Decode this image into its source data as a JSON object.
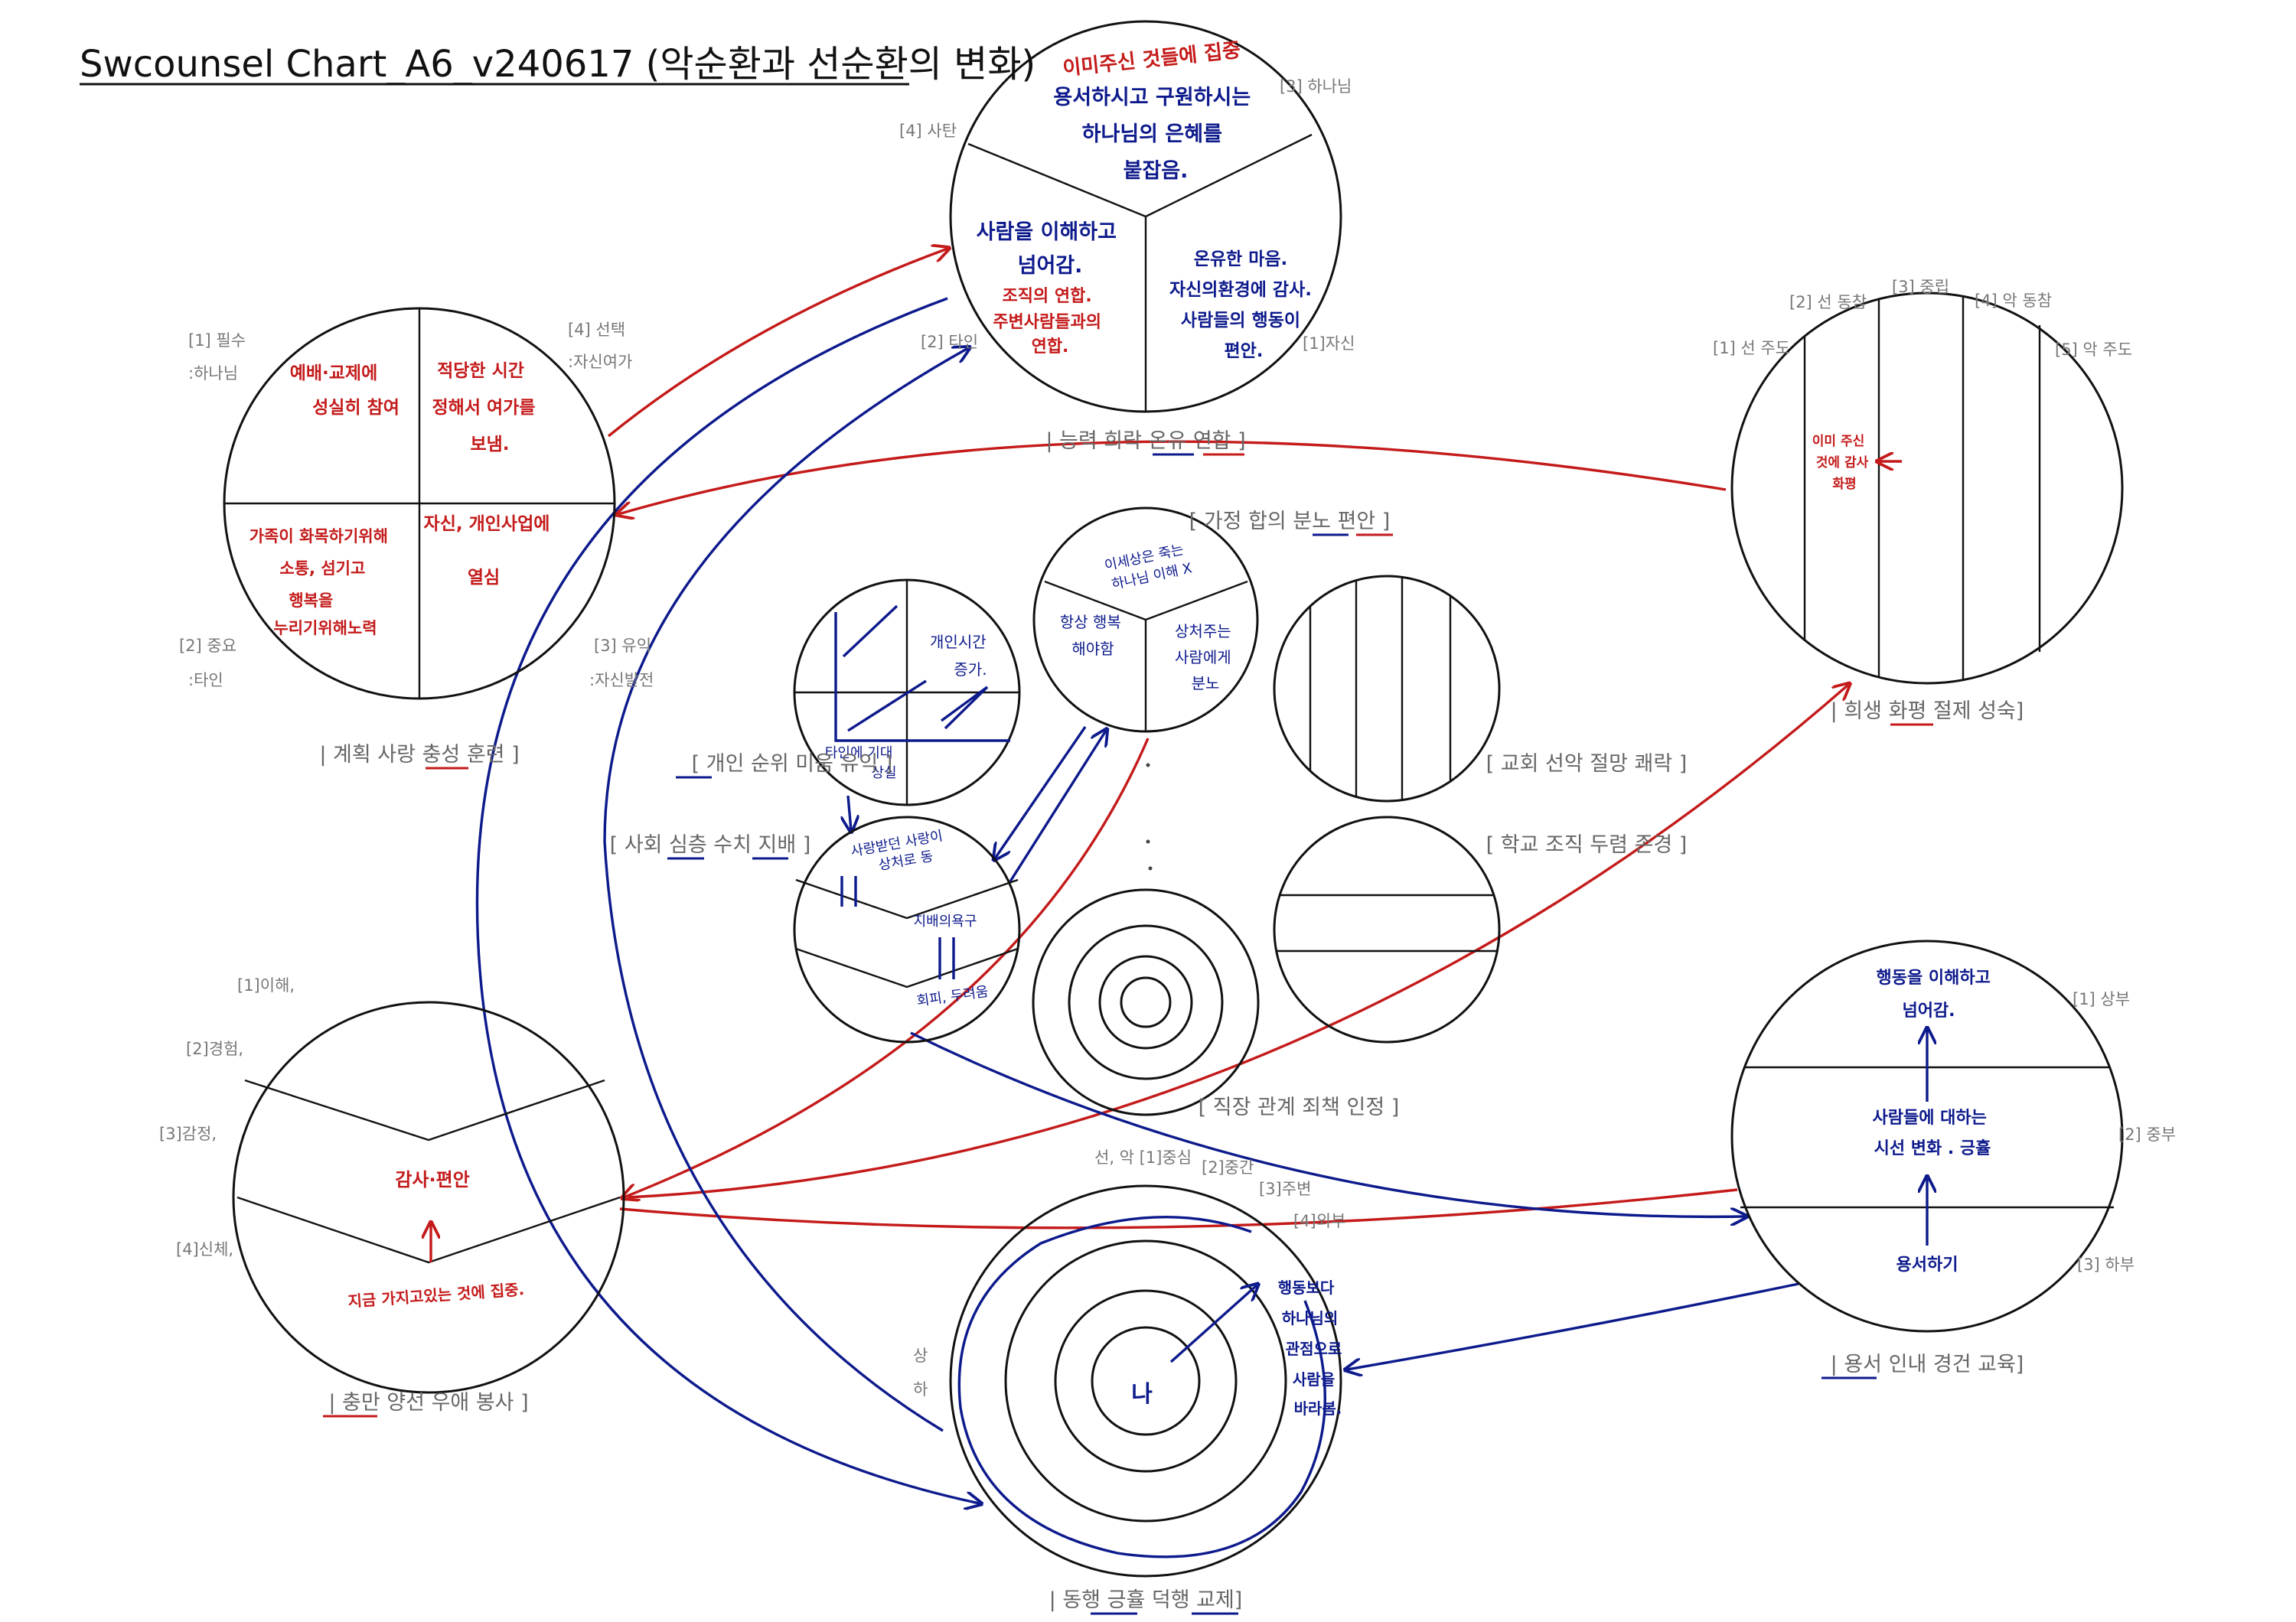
{
  "title": "Swcounsel Chart_A6_v240617 (악순환과 선순환의 변화)",
  "colors": {
    "red": "#c41a1a",
    "blue": "#0d1a8c",
    "line": "#111111",
    "label": "#777777"
  },
  "top": {
    "caption": "| 능력 희락 온유 연합 ]",
    "labels": {
      "satan": "[4] 사탄",
      "god": "[3] 하나님",
      "other": "[2] 타인",
      "self": "[1]자신"
    },
    "hw": {
      "top": [
        "이미주신 것들에 집중",
        "용서하시고 구원하시는",
        "하나님의 은혜를",
        "붙잡음."
      ],
      "left_blue": [
        "사람을 이해하고",
        "넘어감."
      ],
      "left_red": [
        "조직의 연합.",
        "주변사람들과의",
        "연합."
      ],
      "right_blue": [
        "온유한 마음.",
        "자신의환경에 감사.",
        "사람들의 행동이",
        "편안."
      ]
    }
  },
  "left": {
    "caption": "| 계획 사랑 충성 훈련 ]",
    "labels": {
      "must": "[1] 필수",
      "must_sub": ":하나님",
      "choice": "[4] 선택",
      "choice_sub": ":자신여가",
      "important": "[2] 중요",
      "important_sub": ":타인",
      "note": "[3] 유익",
      "note_sub": ":자신발전"
    },
    "hw": {
      "q1": [
        "예배·교제에",
        "성실히 참여"
      ],
      "q2": [
        "적당한 시간",
        "정해서 여가를",
        "보냄."
      ],
      "q3": [
        "가족이 화목하기위해",
        "소통, 섬기고",
        "행복을",
        "누리기위해노력"
      ],
      "q4": [
        "자신, 개인사업에",
        "열심"
      ]
    }
  },
  "right": {
    "caption": "| 희생 화평 절제 성숙]",
    "labels": {
      "l1": "[1] 선 주도",
      "l2": "[2] 선 동참",
      "l3": "[3] 중립",
      "l4": "[4] 악 동참",
      "l5": "[5] 악 주도"
    },
    "hw": [
      "이미 주신",
      "것에 감사",
      "화평"
    ]
  },
  "center": {
    "c1_caption": "[ 개인 순위 미움 유익 ]",
    "c1_hw": {
      "a": [
        "개인시간",
        "증가."
      ],
      "b": [
        "타인에 기대",
        "상실"
      ]
    },
    "c2_caption": "[ 가정 합의 분노 편안 ]",
    "c2_hw": {
      "top": [
        "이세상은 죽는",
        "하나님 이해 X"
      ],
      "left": [
        "항상 행복",
        "해야함"
      ],
      "right": [
        "상처주는",
        "사람에게",
        "분노"
      ]
    },
    "c3_caption": "[ 교회 선악 절망 쾌락 ]",
    "c4_caption": "[ 사회 심층 수치 지배 ]",
    "c4_hw": {
      "a": [
        "사랑받던 사랑이",
        "상처로 동"
      ],
      "b": [
        "지배의욕구"
      ],
      "c": [
        "회피, 두려움"
      ]
    },
    "c5_caption": "[ 학교 조직 두렴 존경 ]",
    "c6_caption": "[ 직장 관계 죄책 인정 ]"
  },
  "bottomleft": {
    "caption": "| 충만 양선 우애 봉사 ]",
    "labels": {
      "l1": "[1]이해,",
      "l2": "[2]경험,",
      "l3": "[3]감정,",
      "l4": "[4]신체,"
    },
    "hw": {
      "mid": [
        "감사·편안"
      ],
      "bottom": [
        "지금 가지고있는 것에 집중."
      ]
    }
  },
  "bottomright": {
    "caption": "| 용서 인내 경건 교육]",
    "labels": {
      "l1": "[1] 상부",
      "l2": "[2] 중부",
      "l3": "[3] 하부"
    },
    "hw": {
      "top": [
        "행동을 이해하고",
        "넘어감."
      ],
      "mid": [
        "사람들에 대하는",
        "시선 변화 . 긍휼"
      ],
      "bottom": [
        "용서하기"
      ]
    }
  },
  "bottom": {
    "caption": "| 동행 긍휼 덕행 교제]",
    "labels": {
      "l1": "선, 악 [1]중심",
      "l2": "[2]중간",
      "l3": "[3]주변",
      "l4": "[4]외부",
      "up": "상",
      "down": "하"
    },
    "hw": {
      "center": "나",
      "side": [
        "행동보다",
        "하나님의",
        "관점으로",
        "사람을",
        "바라봄."
      ]
    }
  }
}
